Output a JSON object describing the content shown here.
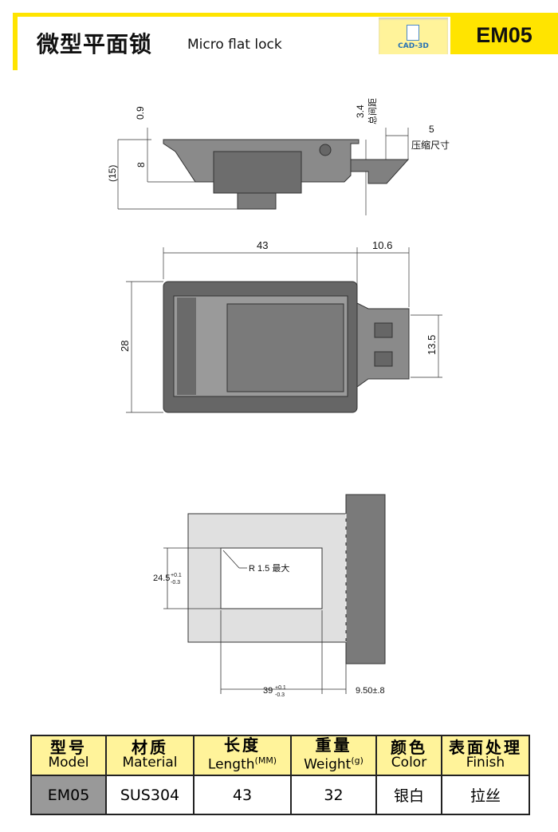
{
  "header": {
    "title_cn": "微型平面锁",
    "title_en": "Micro flat lock",
    "cad_label": "CAD-3D",
    "model_code": "EM05"
  },
  "drawing": {
    "side": {
      "dim_09": "0.9",
      "dim_8": "8",
      "dim_15": "(15)",
      "dim_34": "3.4",
      "label_gap": "总间距",
      "dim_5": "5",
      "label_compress": "压缩尺寸"
    },
    "top": {
      "dim_43": "43",
      "dim_106": "10.6",
      "dim_28": "28",
      "dim_135": "13.5"
    },
    "cutout": {
      "dim_245": "24.5",
      "tol_245_plus": "+0.1",
      "tol_245_minus": "-0.3",
      "radius": "R 1.5 最大",
      "dim_39": "39",
      "tol_39_plus": "+0.1",
      "tol_39_minus": "-0.3",
      "dim_950": "9.50±.8"
    }
  },
  "table": {
    "headers": [
      {
        "cn": "型号",
        "en": "Model",
        "unit": ""
      },
      {
        "cn": "材质",
        "en": "Material",
        "unit": ""
      },
      {
        "cn": "长度",
        "en": "Length",
        "unit": "(MM)"
      },
      {
        "cn": "重量",
        "en": "Weight",
        "unit": "(g)"
      },
      {
        "cn": "颜色",
        "en": "Color",
        "unit": ""
      },
      {
        "cn": "表面处理",
        "en": "Finish",
        "unit": ""
      }
    ],
    "row": [
      "EM05",
      "SUS304",
      "43",
      "32",
      "银白",
      "拉丝"
    ]
  }
}
